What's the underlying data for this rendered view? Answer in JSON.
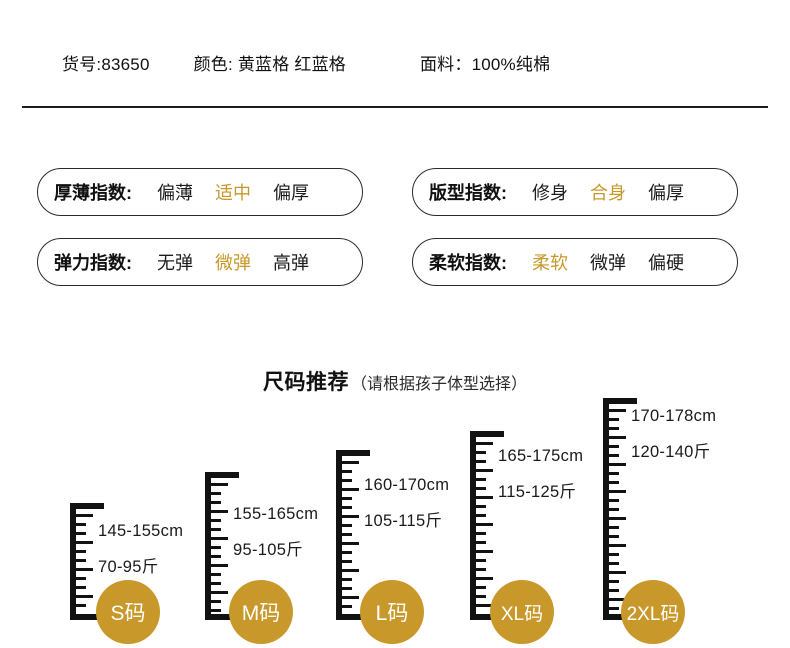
{
  "header": {
    "items": [
      {
        "name": "item-number",
        "text": "货号:83650"
      },
      {
        "name": "color",
        "text": "颜色: 黄蓝格 红蓝格"
      },
      {
        "name": "fabric",
        "text": "面料：100%纯棉"
      }
    ]
  },
  "colors": {
    "accent": "#c8982a",
    "text": "#1a1a1a",
    "border": "#2b2b2b",
    "background": "#ffffff"
  },
  "index_boxes": [
    {
      "id": "thickness",
      "title": "厚薄指数:",
      "options": [
        "偏薄",
        "适中",
        "偏厚"
      ],
      "selected_index": 1,
      "selected": "适中"
    },
    {
      "id": "fit",
      "title": "版型指数:",
      "options": [
        "修身",
        "合身",
        "偏厚"
      ],
      "selected_index": 1,
      "selected": "合身"
    },
    {
      "id": "elasticity",
      "title": "弹力指数:",
      "options": [
        "无弹",
        "微弹",
        "高弹"
      ],
      "selected_index": 1,
      "selected": "微弹"
    },
    {
      "id": "softness",
      "title": "柔软指数:",
      "options": [
        "柔软",
        "微弹",
        "偏硬"
      ],
      "selected_index": 0,
      "selected": "柔软"
    }
  ],
  "size_section": {
    "title": "尺码推荐",
    "subtitle": "（请根据孩子体型选择）",
    "sizes": [
      {
        "badge": "S码",
        "height": "145-155cm",
        "weight": "70-95斤"
      },
      {
        "badge": "M码",
        "height": "155-165cm",
        "weight": "95-105斤"
      },
      {
        "badge": "L码",
        "height": "160-170cm",
        "weight": "105-115斤"
      },
      {
        "badge": "XL码",
        "height": "165-175cm",
        "weight": "115-125斤"
      },
      {
        "badge": "2XL码",
        "height": "170-178cm",
        "weight": "120-140斤"
      }
    ]
  }
}
